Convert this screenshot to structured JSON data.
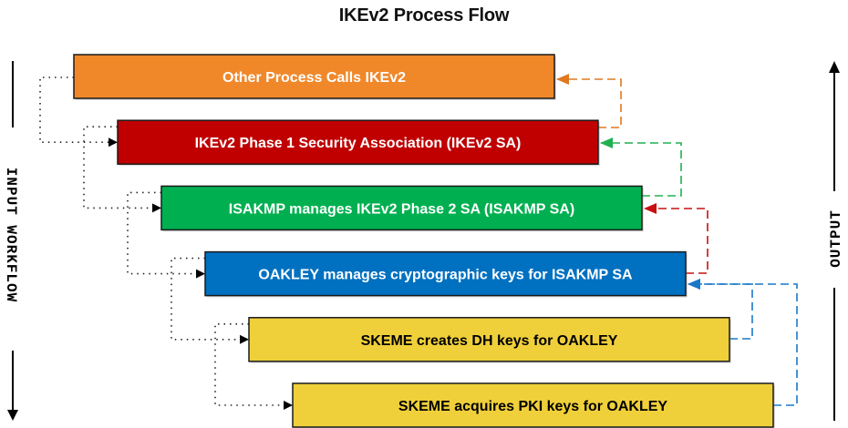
{
  "title": "IKEv2 Process Flow",
  "axes": {
    "left_label": "INPUT WORKFLOW",
    "right_label": "OUTPUT"
  },
  "steps": [
    {
      "label": "Other Process Calls IKEv2",
      "fill": "#F0882A",
      "text_color": "#FFFFFF",
      "return_color": "#E07820"
    },
    {
      "label": "IKEv2 Phase 1 Security Association (IKEv2 SA)",
      "fill": "#C00000",
      "text_color": "#FFFFFF",
      "return_color": "#C81010"
    },
    {
      "label": "ISAKMP manages IKEv2 Phase 2 SA (ISAKMP SA)",
      "fill": "#00B050",
      "text_color": "#FFFFFF",
      "return_color": "#20B050"
    },
    {
      "label": "OAKLEY manages cryptographic keys for ISAKMP SA",
      "fill": "#0070C0",
      "text_color": "#FFFFFF",
      "return_color": "#1A78C8"
    },
    {
      "label": "SKEME creates DH keys for OAKLEY",
      "fill": "#F0D03A",
      "text_color": "#000000",
      "return_color": "#1A78C8"
    },
    {
      "label": "SKEME acquires PKI keys for OAKLEY",
      "fill": "#F0D03A",
      "text_color": "#000000",
      "return_color": "#1A78C8"
    }
  ],
  "returns": [
    {
      "from": 1,
      "to": 0,
      "color": "#E07820"
    },
    {
      "from": 2,
      "to": 1,
      "color": "#20B050"
    },
    {
      "from": 3,
      "to": 2,
      "color": "#C81010"
    },
    {
      "from": 4,
      "to": 3,
      "color": "#1A78C8"
    },
    {
      "from": 5,
      "to": 3,
      "color": "#1A78C8"
    }
  ]
}
